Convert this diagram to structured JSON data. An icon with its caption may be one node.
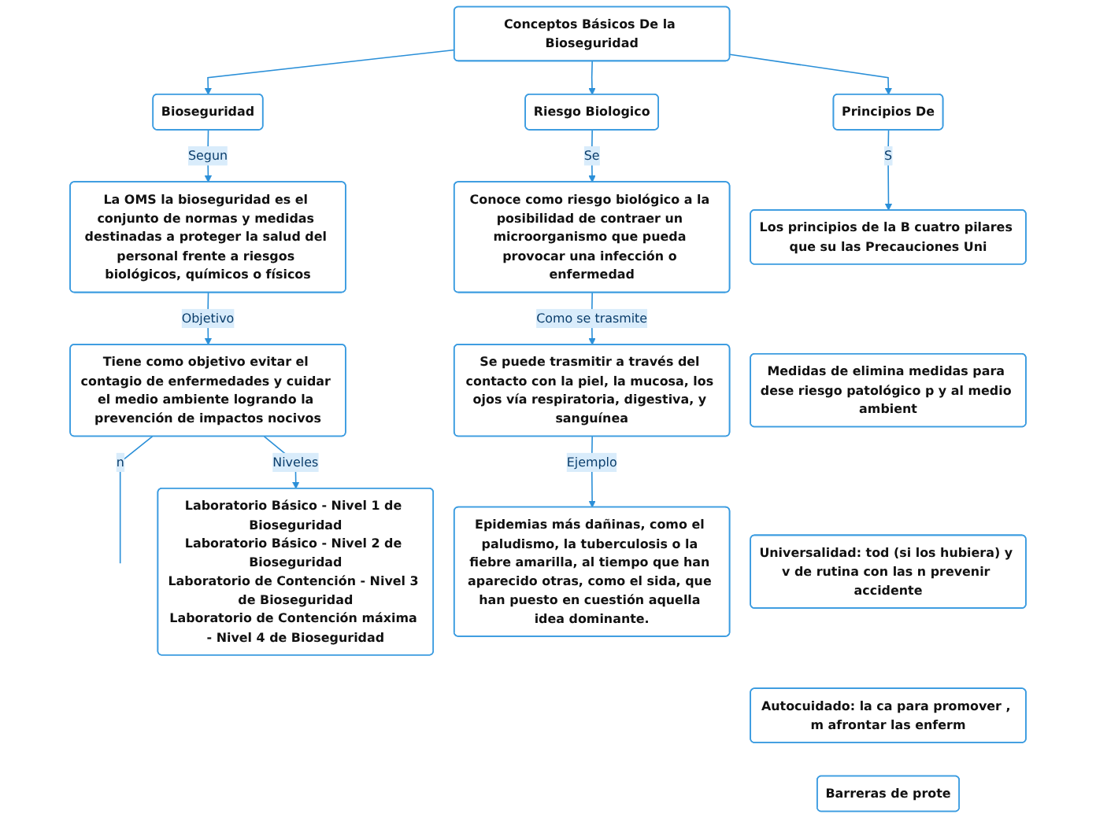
{
  "diagram": {
    "nodes": [
      {
        "text": [
          "Conceptos Básicos De la Bioseguridad"
        ]
      },
      {
        "text": [
          "Bioseguridad"
        ]
      },
      {
        "text": [
          "La OMS la bioseguridad es el conjunto de normas y medidas destinadas a proteger la salud del personal frente a riesgos biológicos, químicos o físicos"
        ]
      },
      {
        "text": [
          "Tiene como objetivo evitar el contagio de enfermedades y cuidar el medio ambiente logrando la prevención de impactos nocivos"
        ]
      },
      {
        "text": [
          "Laboratorio Básico - Nivel 1 de Bioseguridad",
          "Laboratorio Básico - Nivel 2 de Bioseguridad",
          "Laboratorio de Contención - Nivel 3 de Bioseguridad",
          "Laboratorio de Contención máxima - Nivel 4 de Bioseguridad"
        ]
      },
      {
        "text": [
          "Riesgo Biologico"
        ]
      },
      {
        "text": [
          "Conoce como riesgo biológico a la posibilidad de contraer un microorganismo que pueda provocar una infección o enfermedad"
        ]
      },
      {
        "text": [
          "Se puede trasmitir a través del contacto con la piel, la mucosa, los ojos vía respiratoria, digestiva, y sanguínea"
        ]
      },
      {
        "text": [
          "Epidemias más dañinas, como el paludismo, la tuberculosis o la fiebre amarilla, al tiempo que han aparecido otras, como el sida, que han puesto en cuestión aquella idea dominante."
        ]
      },
      {
        "text": [
          "Principios De"
        ]
      },
      {
        "text": [
          "Los principios de la B cuatro pilares que su las Precauciones Uni"
        ]
      },
      {
        "text": [
          "Medidas de elimina medidas para dese riesgo patológico p y al medio ambient"
        ]
      },
      {
        "text": [
          "Universalidad: tod (si los hubiera) y v de rutina con las n prevenir accidente"
        ]
      },
      {
        "text": [
          "Autocuidado: la ca para promover , m afrontar las enferm"
        ]
      },
      {
        "text": [
          "Barreras de prote"
        ]
      }
    ],
    "edges": [
      {
        "from": 0,
        "to": 1,
        "arrow": "to"
      },
      {
        "from": 0,
        "to": 5,
        "arrow": "to"
      },
      {
        "from": 0,
        "to": 9,
        "arrow": "to"
      },
      {
        "from": 1,
        "to": 2,
        "arrow": "to",
        "label": "Segun"
      },
      {
        "from": 2,
        "to": 3,
        "arrow": "to",
        "label": "Objetivo"
      },
      {
        "from": 3,
        "to": null,
        "arrow": "none",
        "label": "n"
      },
      {
        "from": 3,
        "to": 4,
        "arrow": "to",
        "label": "Niveles"
      },
      {
        "from": 5,
        "to": 6,
        "arrow": "to",
        "label": "Se"
      },
      {
        "from": 6,
        "to": 7,
        "arrow": "to",
        "label": "Como se trasmite"
      },
      {
        "from": 7,
        "to": 8,
        "arrow": "to",
        "label": "Ejemplo"
      },
      {
        "from": 9,
        "to": 10,
        "arrow": "to",
        "label": "S"
      }
    ]
  }
}
